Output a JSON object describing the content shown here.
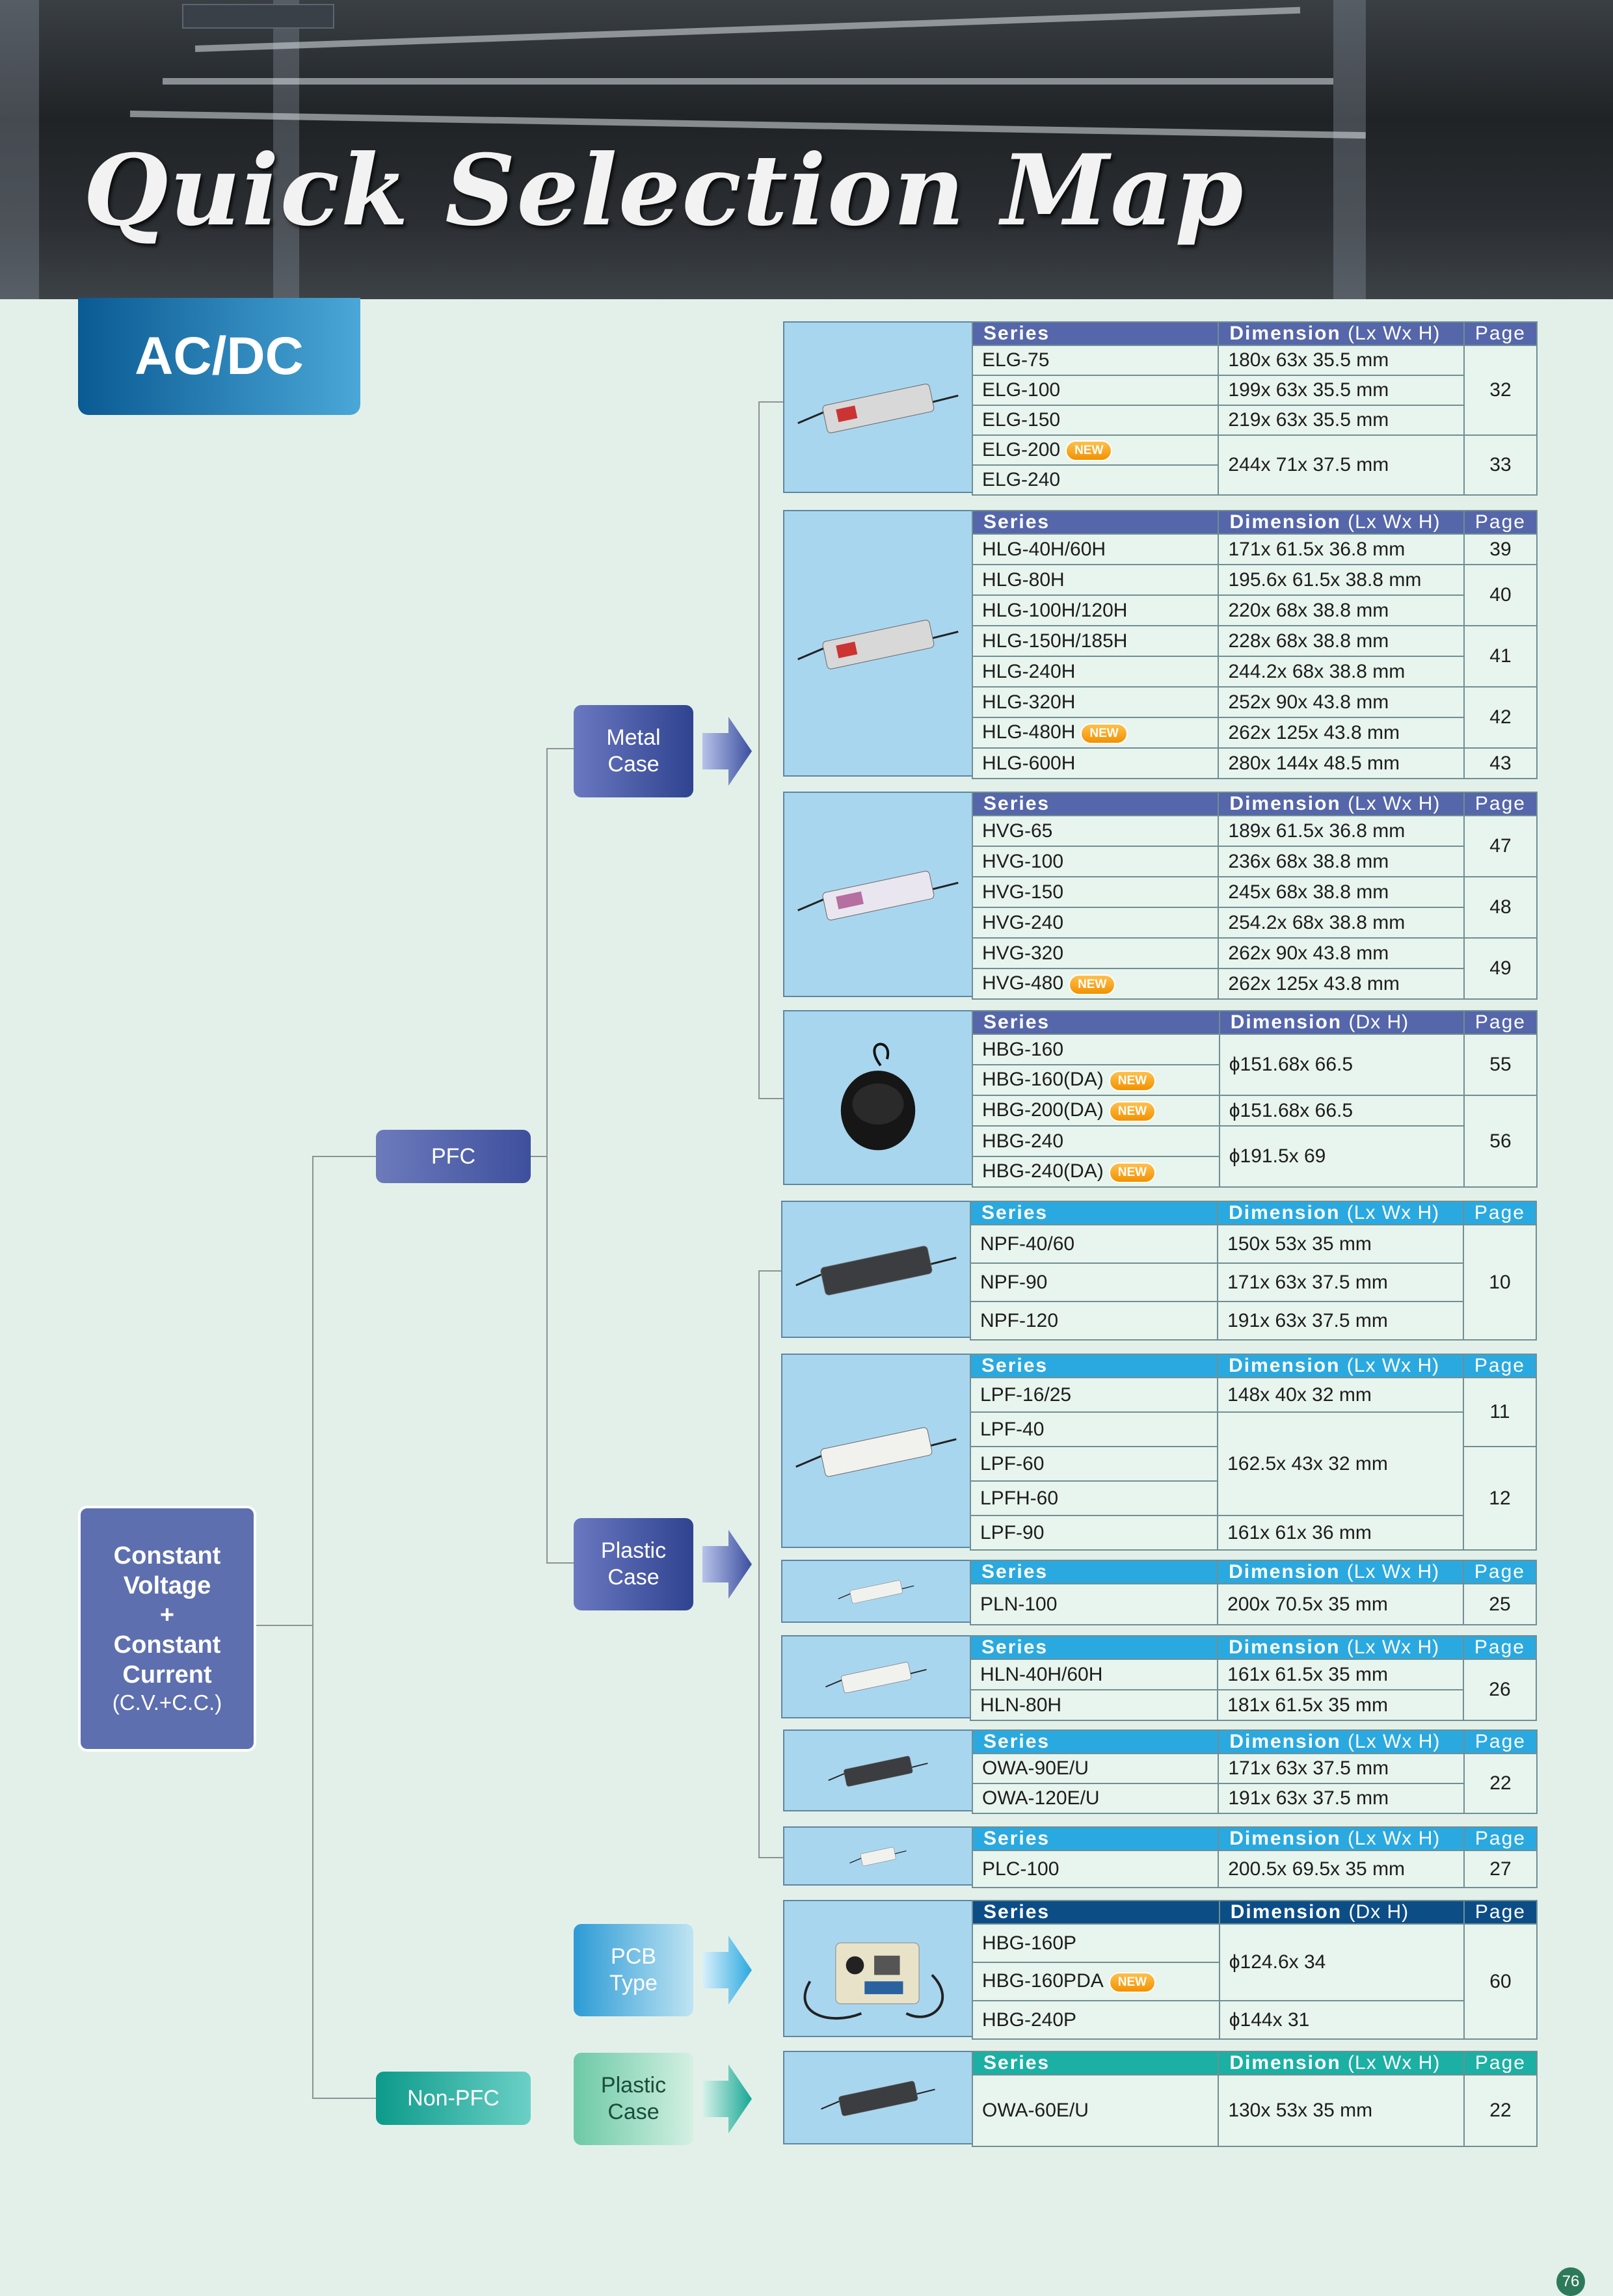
{
  "banner": {
    "title": "Quick Selection Map"
  },
  "section_tab": "AC/DC",
  "tree": {
    "root": {
      "lines": [
        "Constant",
        "Voltage",
        "+",
        "Constant",
        "Current"
      ],
      "sub": "(C.V.+C.C.)"
    },
    "pfc": "PFC",
    "non_pfc": "Non-PFC",
    "metal_case": [
      "Metal",
      "Case"
    ],
    "plastic_case_pfc": [
      "Plastic",
      "Case"
    ],
    "pcb_type": [
      "PCB",
      "Type"
    ],
    "plastic_case_nonpfc": [
      "Plastic",
      "Case"
    ]
  },
  "tables": [
    {
      "id": "elg",
      "header_style": "blue",
      "dim_unit": "(Lx Wx H)",
      "headers": {
        "series": "Series",
        "dimension": "Dimension",
        "page": "Page"
      },
      "rows": [
        {
          "series": "ELG-75",
          "dim": "180x 63x 35.5 mm",
          "page": ""
        },
        {
          "series": "ELG-100",
          "dim": "199x 63x 35.5 mm",
          "page": "32"
        },
        {
          "series": "ELG-150",
          "dim": "219x 63x 35.5 mm",
          "page": ""
        },
        {
          "series": "ELG-200",
          "new": "NEW",
          "dim": "244x 71x 37.5 mm",
          "page": "33"
        },
        {
          "series": "ELG-240",
          "dim": "",
          "page": ""
        }
      ]
    },
    {
      "id": "hlg",
      "header_style": "blue",
      "dim_unit": "(Lx Wx H)",
      "headers": {
        "series": "Series",
        "dimension": "Dimension",
        "page": "Page"
      },
      "rows": [
        {
          "series": "HLG-40H/60H",
          "dim": "171x 61.5x 36.8 mm",
          "page": "39"
        },
        {
          "series": "HLG-80H",
          "dim": "195.6x 61.5x 38.8 mm",
          "page": "40"
        },
        {
          "series": "HLG-100H/120H",
          "dim": "220x 68x 38.8 mm",
          "page": ""
        },
        {
          "series": "HLG-150H/185H",
          "dim": "228x 68x 38.8 mm",
          "page": "41"
        },
        {
          "series": "HLG-240H",
          "dim": "244.2x 68x 38.8 mm",
          "page": ""
        },
        {
          "series": "HLG-320H",
          "dim": "252x 90x 43.8 mm",
          "page": "42"
        },
        {
          "series": "HLG-480H",
          "new": "NEW",
          "dim": "262x 125x 43.8 mm",
          "page": ""
        },
        {
          "series": "HLG-600H",
          "dim": "280x 144x 48.5 mm",
          "page": "43"
        }
      ]
    },
    {
      "id": "hvg",
      "header_style": "blue",
      "dim_unit": "(Lx Wx H)",
      "headers": {
        "series": "Series",
        "dimension": "Dimension",
        "page": "Page"
      },
      "rows": [
        {
          "series": "HVG-65",
          "dim": "189x 61.5x 36.8 mm",
          "page": "47"
        },
        {
          "series": "HVG-100",
          "dim": "236x 68x 38.8 mm",
          "page": ""
        },
        {
          "series": "HVG-150",
          "dim": "245x 68x 38.8 mm",
          "page": "48"
        },
        {
          "series": "HVG-240",
          "dim": "254.2x 68x 38.8 mm",
          "page": ""
        },
        {
          "series": "HVG-320",
          "dim": "262x 90x 43.8 mm",
          "page": "49"
        },
        {
          "series": "HVG-480",
          "new": "NEW",
          "dim": "262x 125x 43.8 mm",
          "page": ""
        }
      ]
    },
    {
      "id": "hbg",
      "header_style": "blue",
      "dim_unit": "(Dx H)",
      "headers": {
        "series": "Series",
        "dimension": "Dimension",
        "page": "Page"
      },
      "rows": [
        {
          "series": "HBG-160",
          "dim": "ϕ151.68x 66.5",
          "page": "55"
        },
        {
          "series": "HBG-160(DA)",
          "new": "NEW",
          "dim": "",
          "page": ""
        },
        {
          "series": "HBG-200(DA)",
          "new": "NEW",
          "dim": "ϕ151.68x 66.5",
          "page": "56"
        },
        {
          "series": "HBG-240",
          "dim": "ϕ191.5x 69",
          "page": ""
        },
        {
          "series": "HBG-240(DA)",
          "new": "NEW",
          "dim": "",
          "page": ""
        }
      ]
    },
    {
      "id": "npf",
      "header_style": "cyan",
      "dim_unit": "(Lx Wx H)",
      "headers": {
        "series": "Series",
        "dimension": "Dimension",
        "page": "Page"
      },
      "rows": [
        {
          "series": "NPF-40/60",
          "dim": "150x 53x 35 mm",
          "page": "10"
        },
        {
          "series": "NPF-90",
          "dim": "171x 63x 37.5 mm",
          "page": ""
        },
        {
          "series": "NPF-120",
          "dim": "191x 63x 37.5 mm",
          "page": ""
        }
      ]
    },
    {
      "id": "lpf",
      "header_style": "cyan",
      "dim_unit": "(Lx Wx H)",
      "headers": {
        "series": "Series",
        "dimension": "Dimension",
        "page": "Page"
      },
      "rows": [
        {
          "series": "LPF-16/25",
          "dim": "148x 40x 32 mm",
          "page": "11"
        },
        {
          "series": "LPF-40",
          "dim": "162.5x 43x 32 mm",
          "page": ""
        },
        {
          "series": "LPF-60",
          "dim": "",
          "page": "12"
        },
        {
          "series": "LPFH-60",
          "dim": "",
          "page": ""
        },
        {
          "series": "LPF-90",
          "dim": "161x 61x 36 mm",
          "page": ""
        }
      ]
    },
    {
      "id": "pln",
      "header_style": "cyan",
      "dim_unit": "(Lx Wx H)",
      "headers": {
        "series": "Series",
        "dimension": "Dimension",
        "page": "Page"
      },
      "rows": [
        {
          "series": "PLN-100",
          "dim": "200x 70.5x 35 mm",
          "page": "25"
        }
      ]
    },
    {
      "id": "hln",
      "header_style": "cyan",
      "dim_unit": "(Lx Wx H)",
      "headers": {
        "series": "Series",
        "dimension": "Dimension",
        "page": "Page"
      },
      "rows": [
        {
          "series": "HLN-40H/60H",
          "dim": "161x 61.5x 35 mm",
          "page": "26"
        },
        {
          "series": "HLN-80H",
          "dim": "181x 61.5x 35 mm",
          "page": ""
        }
      ]
    },
    {
      "id": "owa",
      "header_style": "cyan",
      "dim_unit": "(Lx Wx H)",
      "headers": {
        "series": "Series",
        "dimension": "Dimension",
        "page": "Page"
      },
      "rows": [
        {
          "series": "OWA-90E/U",
          "dim": "171x 63x 37.5 mm",
          "page": "22"
        },
        {
          "series": "OWA-120E/U",
          "dim": "191x 63x 37.5 mm",
          "page": ""
        }
      ]
    },
    {
      "id": "plc",
      "header_style": "cyan",
      "dim_unit": "(Lx Wx H)",
      "headers": {
        "series": "Series",
        "dimension": "Dimension",
        "page": "Page"
      },
      "rows": [
        {
          "series": "PLC-100",
          "dim": "200.5x 69.5x 35 mm",
          "page": "27"
        }
      ]
    },
    {
      "id": "hbgp",
      "header_style": "navy",
      "dim_unit": "(Dx H)",
      "headers": {
        "series": "Series",
        "dimension": "Dimension",
        "page": "Page"
      },
      "rows": [
        {
          "series": "HBG-160P",
          "dim": "ϕ124.6x 34",
          "page": "60"
        },
        {
          "series": "HBG-160PDA",
          "new": "NEW",
          "dim": "",
          "page": ""
        },
        {
          "series": "HBG-240P",
          "dim": "ϕ144x 31",
          "page": ""
        }
      ]
    },
    {
      "id": "owa60",
      "header_style": "teal",
      "dim_unit": "(Lx Wx H)",
      "headers": {
        "series": "Series",
        "dimension": "Dimension",
        "page": "Page"
      },
      "rows": [
        {
          "series": "OWA-60E/U",
          "dim": "130x 53x 35 mm",
          "page": "22"
        }
      ]
    }
  ],
  "page_number": "76"
}
